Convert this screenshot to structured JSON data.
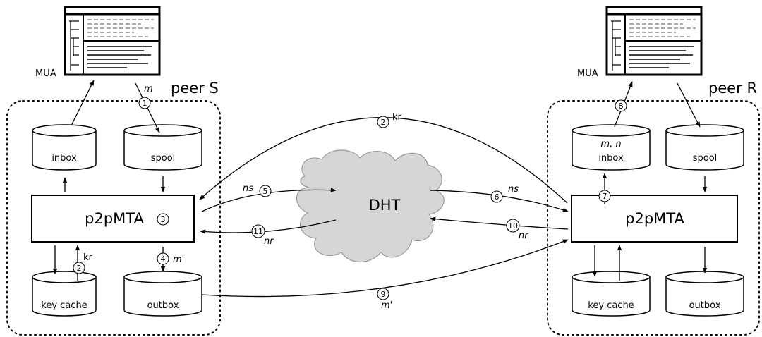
{
  "peers": {
    "sender": {
      "label": "peer S",
      "mua_label": "MUA",
      "mta_label": "p2pMTA",
      "mta_step": "3",
      "stores": {
        "inbox": "inbox",
        "spool": "spool",
        "key_cache": "key cache",
        "outbox": "outbox"
      }
    },
    "receiver": {
      "label": "peer R",
      "mua_label": "MUA",
      "mta_label": "p2pMTA",
      "inbox_content": "m, n",
      "stores": {
        "inbox": "inbox",
        "spool": "spool",
        "key_cache": "key cache",
        "outbox": "outbox"
      }
    }
  },
  "dht": {
    "label": "DHT"
  },
  "steps": {
    "s1": {
      "num": "1",
      "label": "m"
    },
    "s2a": {
      "num": "2",
      "label": "kr"
    },
    "s2b": {
      "num": "2",
      "label": "kr"
    },
    "s4": {
      "num": "4",
      "label": "m'"
    },
    "s5": {
      "num": "5",
      "label": "ns"
    },
    "s6": {
      "num": "6",
      "label": "ns"
    },
    "s7": {
      "num": "7",
      "label": ""
    },
    "s8": {
      "num": "8",
      "label": ""
    },
    "s9": {
      "num": "9",
      "label": "m'"
    },
    "s10": {
      "num": "10",
      "label": "nr"
    },
    "s11": {
      "num": "11",
      "label": "nr"
    }
  }
}
